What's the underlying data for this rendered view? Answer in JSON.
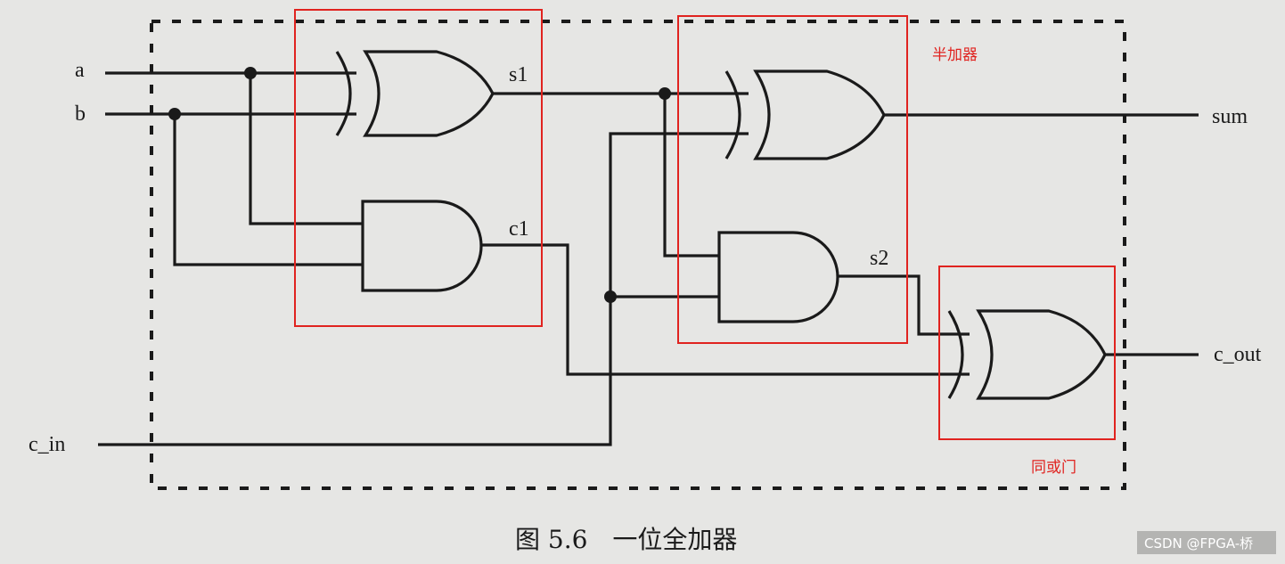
{
  "labels": {
    "input_a": "a",
    "input_b": "b",
    "input_c_in": "c_in",
    "wire_s1": "s1",
    "wire_c1": "c1",
    "wire_s2": "s2",
    "output_sum": "sum",
    "output_c_out": "c_out"
  },
  "annotations": {
    "half_adder": "半加器",
    "or_gate_note": "同或门"
  },
  "caption": "图 5.6　一位全加器",
  "watermark": "CSDN @FPGA-桥",
  "colors": {
    "annotation": "#e0231f",
    "ink": "#1a1a1a",
    "paper": "#e6e6e4"
  }
}
